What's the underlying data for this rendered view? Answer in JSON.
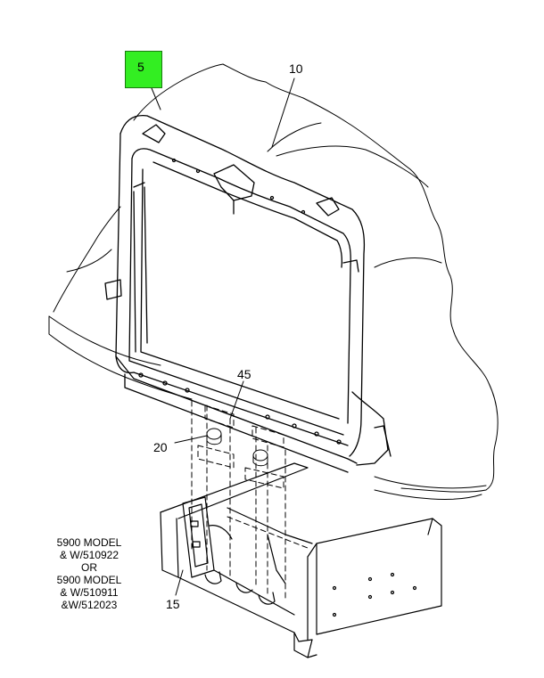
{
  "callouts": {
    "part_5": "5",
    "part_10": "10",
    "part_45": "45",
    "part_20": "20",
    "part_15": "15"
  },
  "note_lines": [
    "5900 MODEL",
    "& W/510922",
    "OR",
    "5900 MODEL",
    "& W/510911",
    "&W/512023"
  ],
  "colors": {
    "callout_highlight": "#33ee22",
    "line": "#000000",
    "background": "#ffffff"
  }
}
